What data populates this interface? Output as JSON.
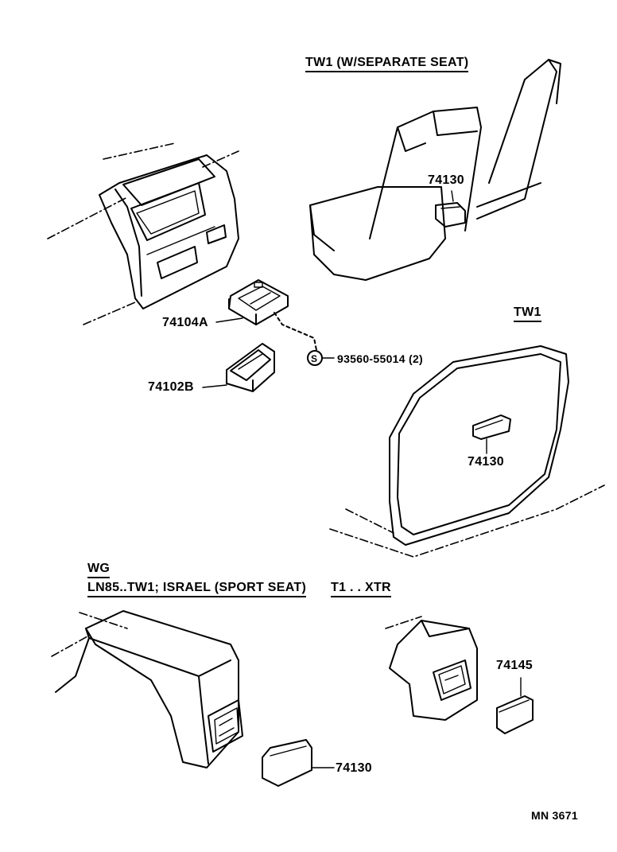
{
  "headers": {
    "tw1_separate_seat": "TW1 (W/SEPARATE SEAT)",
    "tw1": "TW1",
    "wg": "WG",
    "ln85_sport": "LN85..TW1; ISRAEL (SPORT SEAT)",
    "t1_xtr": "T1 . . XTR"
  },
  "parts": {
    "ashtray_seat": "74130",
    "bracket": "74104A",
    "screw_symbol": "S",
    "screw": "93560-55014 (2)",
    "ashtray_console": "74102B",
    "ashtray_door": "74130",
    "ashtray_wg": "74130",
    "cover_xtr": "74145"
  },
  "footer": {
    "code": "MN 3671"
  }
}
